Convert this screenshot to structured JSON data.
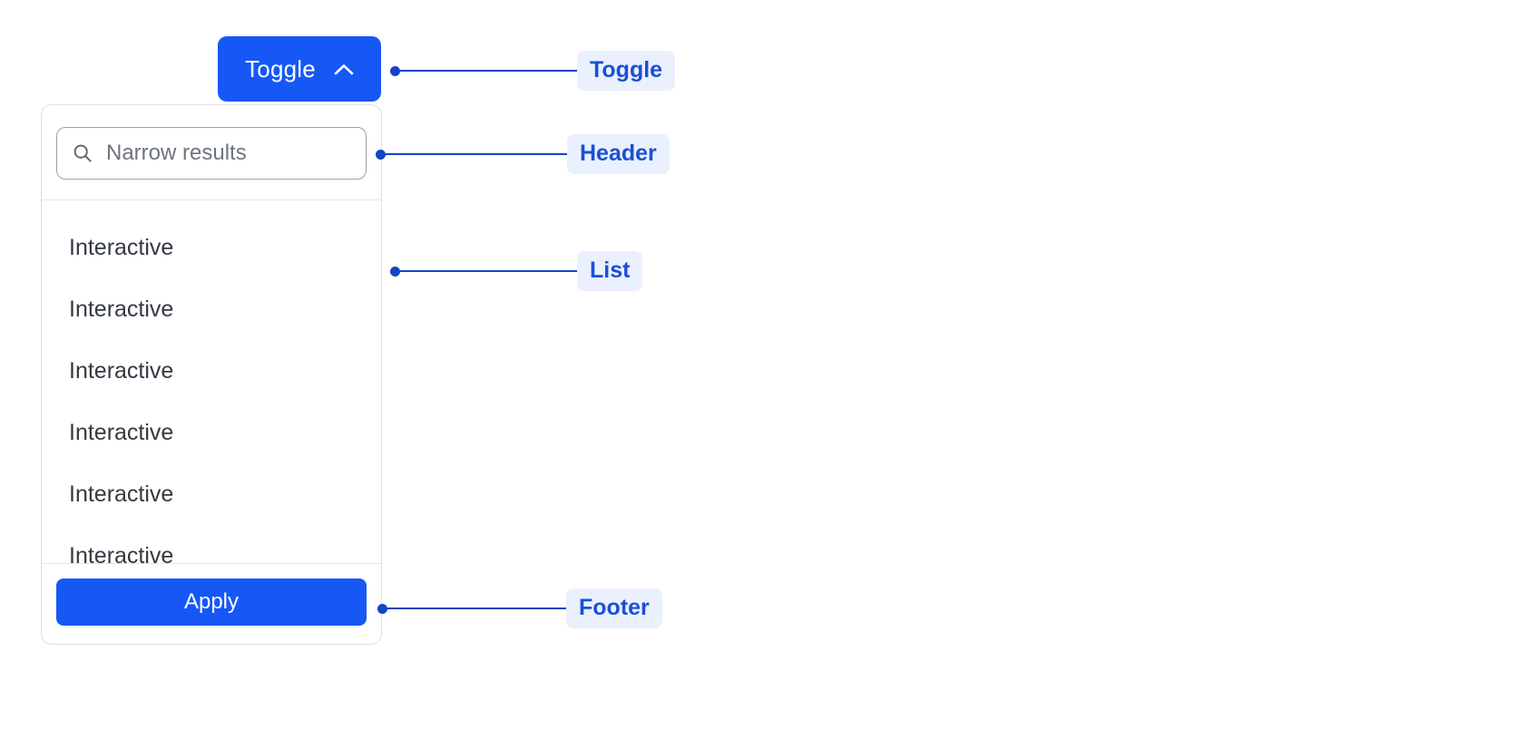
{
  "toggle": {
    "label": "Toggle",
    "icon": "chevron-up-icon",
    "expanded": true,
    "background_color": "#1558f5",
    "text_color": "#ffffff"
  },
  "dropdown": {
    "header": {
      "search": {
        "icon": "search-icon",
        "placeholder": "Narrow results",
        "value": ""
      }
    },
    "list": {
      "items": [
        {
          "label": "Interactive"
        },
        {
          "label": "Interactive"
        },
        {
          "label": "Interactive"
        },
        {
          "label": "Interactive"
        },
        {
          "label": "Interactive"
        },
        {
          "label": "Interactive"
        }
      ]
    },
    "footer": {
      "apply_label": "Apply",
      "apply_background_color": "#1558f5"
    }
  },
  "annotations": [
    {
      "label": "Toggle"
    },
    {
      "label": "Header"
    },
    {
      "label": "List"
    },
    {
      "label": "Footer"
    }
  ],
  "colors": {
    "accent_blue": "#1558f5",
    "annotation_line": "#1345c4",
    "annotation_text": "#1a4fd6",
    "annotation_pill_background": "#eaf0fd",
    "panel_border": "#dcdfe5",
    "list_text": "#343a42",
    "placeholder_text": "#6e747f"
  }
}
